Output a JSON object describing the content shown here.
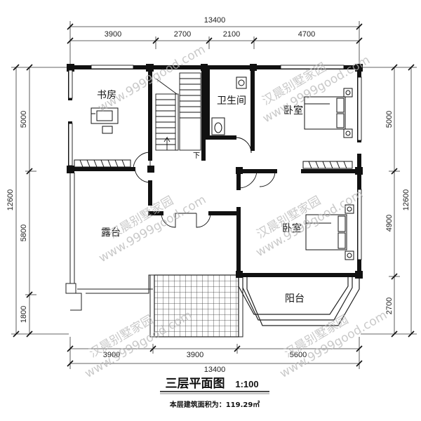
{
  "dimensions": {
    "top_total": "13400",
    "top_segments": [
      "3900",
      "2700",
      "2100",
      "4700"
    ],
    "bottom_segments": [
      "3900",
      "3900",
      "5600"
    ],
    "bottom_total": "13400",
    "left_total": "12600",
    "left_segments": [
      "5000",
      "5800",
      "1800"
    ],
    "right_total": "12600",
    "right_segments": [
      "5000",
      "4900",
      "2700"
    ]
  },
  "rooms": {
    "study": "书房",
    "bathroom": "卫生间",
    "bedroom_top": "卧室",
    "terrace": "露台",
    "bedroom_middle": "卧室",
    "balcony": "阳台"
  },
  "stair_label": "下",
  "watermark": {
    "cn": "汉晨别墅家园",
    "url": "www.9999good.com"
  },
  "title": {
    "main": "三层平面图",
    "scale": "1:100",
    "area_label": "本层建筑面积为：119.29㎡"
  }
}
